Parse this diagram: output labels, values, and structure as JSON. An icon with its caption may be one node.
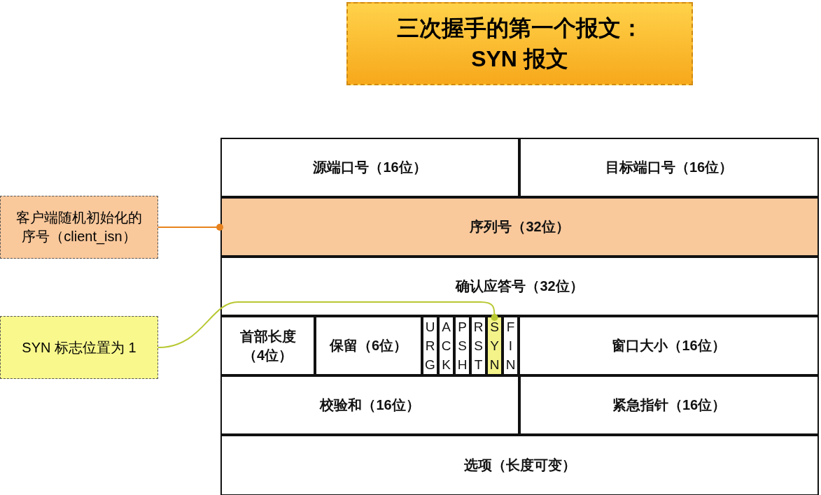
{
  "diagram": {
    "nodes": [
      {
        "text": [
          "三次握手的第一个报文：SYN 报文"
        ]
      },
      {
        "text": [
          "源端口号（16位）"
        ]
      },
      {
        "text": [
          "目标端口号（16位）"
        ]
      },
      {
        "text": [
          "序列号（32位）"
        ]
      },
      {
        "text": [
          "确认应答号（32位）"
        ]
      },
      {
        "text": [
          "首部长度（4位）"
        ]
      },
      {
        "text": [
          "保留（6位）"
        ]
      },
      {
        "text": [
          "URG"
        ]
      },
      {
        "text": [
          "ACK"
        ]
      },
      {
        "text": [
          "PSH"
        ]
      },
      {
        "text": [
          "RST"
        ]
      },
      {
        "text": [
          "SYN"
        ]
      },
      {
        "text": [
          "FIN"
        ]
      },
      {
        "text": [
          "窗口大小（16位）"
        ]
      },
      {
        "text": [
          "校验和（16位）"
        ]
      },
      {
        "text": [
          "紧急指针（16位）"
        ]
      },
      {
        "text": [
          "选项（长度可变）"
        ]
      },
      {
        "text": [
          "客户端随机初始化的序号（client_isn）"
        ]
      },
      {
        "text": [
          "SYN 标志位置为 1"
        ]
      }
    ],
    "edges": [
      {
        "from": 17,
        "to": 3,
        "arrow": "other",
        "color": "#e8821e"
      },
      {
        "from": 18,
        "to": 11,
        "arrow": "other",
        "color": "#b8c832"
      }
    ]
  }
}
